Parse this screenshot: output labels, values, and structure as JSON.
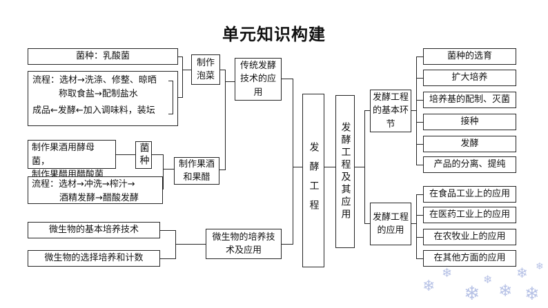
{
  "title": "单元知识构建",
  "core": "发酵工程",
  "left": {
    "paocai": {
      "heading": "制作泡菜",
      "strain": "菌种：乳酸菌",
      "flow1": "流程：选材→洗涤、修整、晾晒",
      "flow2": "称取食盐→配制盐水",
      "flow3": "成品←发酵←加入调味料，装坛"
    },
    "guojiu": {
      "heading": "制作果酒和果醋",
      "strain_label": "菌种",
      "strain1": "制作果酒用酵母菌，",
      "strain2": "制作果醋用醋酸菌",
      "flow1": "流程：选材→冲洗→榨汁→",
      "flow2": "酒精发酵→醋酸发酵"
    },
    "traditional": "传统发酵技术的应用",
    "micro": {
      "heading": "微生物的培养技术及应用",
      "item1": "微生物的基本培养技术",
      "item2": "微生物的选择培养和计数"
    }
  },
  "right": {
    "main": "发酵工程及其应用",
    "basic": {
      "heading": "发酵工程的基本环节",
      "items": [
        "菌种的选育",
        "扩大培养",
        "培养基的配制、灭菌",
        "接种",
        "发酵",
        "产品的分离、提纯"
      ]
    },
    "applications": {
      "heading": "发酵工程的应用",
      "items": [
        "在食品工业上的应用",
        "在医药工业上的应用",
        "在农牧业上的应用",
        "在其他方面的应用"
      ]
    }
  }
}
